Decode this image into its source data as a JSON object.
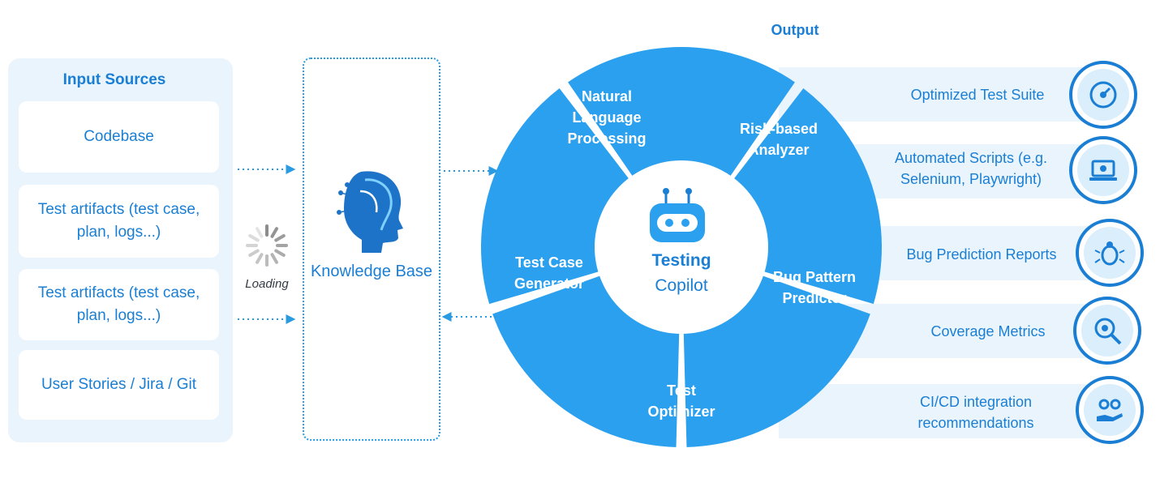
{
  "input_sources": {
    "title": "Input Sources",
    "items": [
      "Codebase",
      "Test artifacts (test case, plan, logs...)",
      "Test artifacts (test case, plan, logs...)",
      "User Stories / Jira / Git"
    ]
  },
  "loading": {
    "label": "Loading"
  },
  "knowledge_base": {
    "label": "Knowledge Base",
    "icon": "ai-head-icon"
  },
  "copilot": {
    "title": "Testing",
    "subtitle": "Copilot",
    "icon": "robot-icon",
    "segments": [
      {
        "label_lines": [
          "Natural",
          "Language",
          "Processing"
        ]
      },
      {
        "label_lines": [
          "Risk-based",
          "Analyzer"
        ]
      },
      {
        "label_lines": [
          "Bug Pattern",
          "Predictor"
        ]
      },
      {
        "label_lines": [
          "Test",
          "Optimizer"
        ]
      },
      {
        "label_lines": [
          "Test Case",
          "Generator"
        ]
      }
    ]
  },
  "output": {
    "title": "Output",
    "items": [
      {
        "label": "Optimized Test Suite",
        "icon": "gauge-gear-icon"
      },
      {
        "label": "Automated Scripts (e.g. Selenium, Playwright)",
        "icon": "laptop-gear-icon"
      },
      {
        "label": "Bug Prediction Reports",
        "icon": "bug-icon"
      },
      {
        "label": "Coverage Metrics",
        "icon": "magnifier-gear-icon"
      },
      {
        "label": "CI/CD integration recommendations",
        "icon": "hand-gears-icon"
      }
    ]
  },
  "colors": {
    "primary": "#1a7fd4",
    "segment": "#2aa0ef",
    "panel": "#eaf4fd",
    "dotted": "#2a9be0"
  }
}
